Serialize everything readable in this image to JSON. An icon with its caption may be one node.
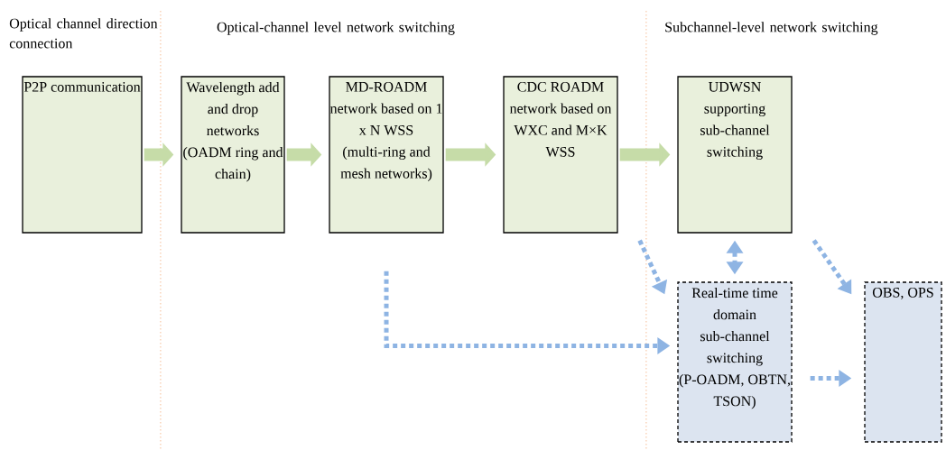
{
  "diagram": {
    "nodes": [
      {
        "text": [
          "P2P communication"
        ]
      },
      {
        "text": [
          "Wavelength add and drop networks (OADM ring and chain)"
        ]
      },
      {
        "text": [
          "MD-ROADM network based on 1 x N WSS (multi-ring and mesh networks)"
        ]
      },
      {
        "text": [
          "CDC ROADM network based on WXC and M×K WSS"
        ]
      },
      {
        "text": [
          "UDWSN supporting sub-channel switching"
        ]
      },
      {
        "text": [
          "Real-time time domain sub-channel switching (P-OADM, OBTN, TSON)"
        ]
      },
      {
        "text": [
          "OBS, OPS"
        ]
      }
    ],
    "edges": [
      {
        "from": 0,
        "to": 1,
        "arrow": "to",
        "style": "thick",
        "color": "#c6dca8"
      },
      {
        "from": 1,
        "to": 2,
        "arrow": "to",
        "style": "thick",
        "color": "#c6dca8"
      },
      {
        "from": 2,
        "to": 3,
        "arrow": "to",
        "style": "thick",
        "color": "#c6dca8"
      },
      {
        "from": 3,
        "to": 4,
        "arrow": "to",
        "style": "thick",
        "color": "#c6dca8"
      },
      {
        "from": 2,
        "to": 5,
        "arrow": "to",
        "style": "dashed"
      },
      {
        "from": 3,
        "to": 5,
        "arrow": "to",
        "style": "dashed"
      },
      {
        "from": 4,
        "to": 5,
        "arrow": "both",
        "style": "dashed"
      },
      {
        "from": 4,
        "to": 6,
        "arrow": "to",
        "style": "dashed"
      },
      {
        "from": 5,
        "to": 6,
        "arrow": "to",
        "style": "dashed"
      }
    ],
    "labels": [
      "Optical channel direction connection",
      "Optical-channel level network switching",
      "Subchannel-level network switching"
    ]
  }
}
